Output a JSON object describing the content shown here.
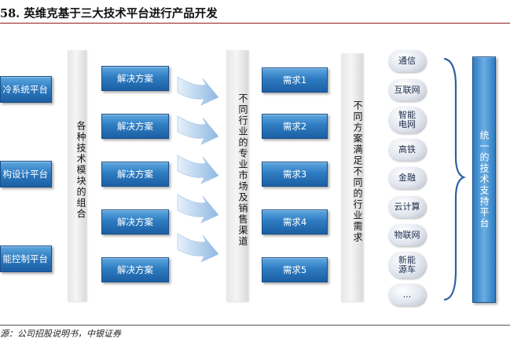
{
  "title": "58. 英维克基于三大技术平台进行产品开发",
  "source": "源：公司招股说明书，中银证券",
  "platforms": [
    "冷系统平台",
    "构设计平台",
    "能控制平台"
  ],
  "module_combo": "各种技术模块的组合",
  "solutions": [
    "解决方案",
    "解决方案",
    "解决方案",
    "解决方案",
    "解决方案"
  ],
  "markets": "不同行业的专业市场及销售渠道",
  "needs": [
    "需求1",
    "需求2",
    "需求3",
    "需求4",
    "需求5"
  ],
  "needs_met": "不同方案满足不同的行业需求",
  "industries": [
    "通信",
    "互联网",
    "智能\n电网",
    "高铁",
    "金融",
    "云计算",
    "物联网",
    "新能\n源车",
    "..."
  ],
  "support": "统一的技术支持平台",
  "colors": {
    "box_blue": "#2e7cc2",
    "title_rule": "#8b1c1c"
  }
}
